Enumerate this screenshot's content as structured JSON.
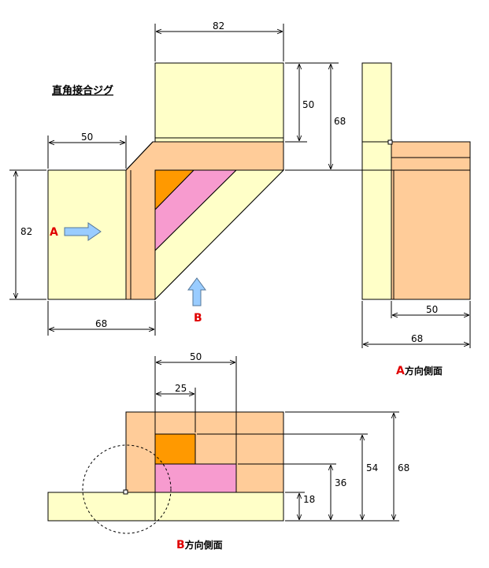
{
  "title": "直角接合ジグ",
  "dimensions": {
    "top_width": "82",
    "top_height": "50",
    "top_total": "68",
    "left_width": "50",
    "left_height": "82",
    "bottom_width": "68",
    "side_base": "50",
    "side_total": "68",
    "b_25": "25",
    "b_50": "50",
    "b_54": "54",
    "b_36": "36",
    "b_68": "68",
    "b_18": "18"
  },
  "labels": {
    "a_marker": "A",
    "b_marker": "B",
    "a_caption_letter": "A",
    "a_caption_text": "方向側面",
    "b_caption_letter": "B",
    "b_caption_text": "方向側面"
  },
  "colors": {
    "light_yellow": "#ffffc8",
    "peach": "#ffcc99",
    "orange": "#ff9900",
    "pink": "#f79bcf",
    "arrow_blue": "#99ccff"
  }
}
